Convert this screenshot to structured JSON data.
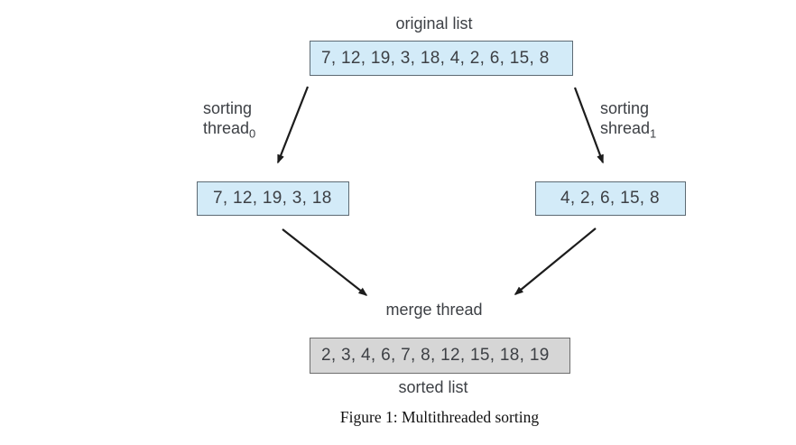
{
  "diagram": {
    "labels": {
      "original_list": "original list",
      "merge_thread": "merge thread",
      "sorted_list": "sorted list",
      "thread0": {
        "line1": "sorting",
        "base": "thread",
        "sub": "0"
      },
      "thread1": {
        "line1": "sorting",
        "base": "shread",
        "sub": "1"
      }
    },
    "boxes": {
      "original": "7, 12, 19, 3, 18, 4, 2, 6, 15, 8",
      "left_half": "7, 12, 19, 3, 18",
      "right_half": "4, 2, 6, 15, 8",
      "sorted": "2, 3, 4, 6, 7, 8, 12, 15, 18, 19"
    },
    "caption": "Figure 1: Multithreaded sorting",
    "colors": {
      "list_box_fill": "#d3ebf8",
      "list_box_border": "#5d6a73",
      "sorted_box_fill": "#d6d6d6",
      "sorted_box_border": "#6e6e6e",
      "arrow": "#1c1c1c",
      "label_text": "#3d4045"
    }
  }
}
